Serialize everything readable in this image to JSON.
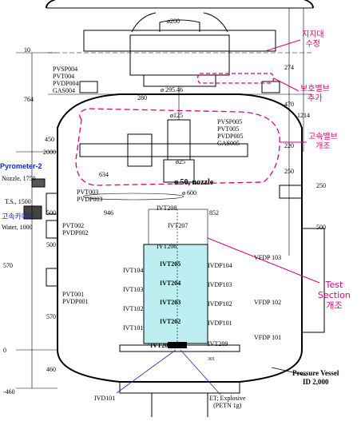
{
  "callouts": {
    "support_fix": [
      "지지대",
      "수정"
    ],
    "protective_valve": [
      "보호밸브",
      "추가"
    ],
    "high_speed_valve": [
      "고속밸브",
      "개조"
    ],
    "test_section": [
      "Test",
      "Section",
      "개조"
    ],
    "high_speed_camera": "고속카메라",
    "pyrometer": "Pyrometer-2"
  },
  "elevations": {
    "e2000": "2000",
    "e1750": "Nozzle, 1750",
    "e1500": "T.S., 1500",
    "e1000": "Water, 1000",
    "e570": "570",
    "e0": "0",
    "em460": "-460"
  },
  "left_dims": [
    "764",
    "450",
    "500",
    "500",
    "570",
    "460",
    "10"
  ],
  "right_dims": [
    "274",
    "470",
    "1214",
    "220",
    "250",
    "250",
    "500"
  ],
  "top_labels": {
    "phi200": "ø200",
    "phi29546": "ø 295.46",
    "phi125": "ø125",
    "phi25": "ø25",
    "d280": "280",
    "d634": "634",
    "phi50": "ø 50, nozzle",
    "phi600": "ø 600",
    "d946": "946",
    "d852": "852"
  },
  "sensor_groups": {
    "left_upper": [
      "PVSP004",
      "PVT004",
      "PVDP004",
      "GAS004"
    ],
    "right_upper": [
      "PVSP005",
      "PVT005",
      "PVDP005",
      "GAS005"
    ],
    "pvt003": [
      "PVT003",
      "PVDP003"
    ],
    "pvt002": [
      "PVT002",
      "PVDP002"
    ],
    "pvt001": [
      "PVT001",
      "PVDP001"
    ]
  },
  "ivt_top": [
    "IVT208",
    "IVT207",
    "IVT206"
  ],
  "ivt_left": [
    "IVT104",
    "IVT103",
    "IVT102",
    "IVT101"
  ],
  "ivt_inner": [
    "IVT205",
    "IVT204",
    "IVT203",
    "IVT202"
  ],
  "ivdp": [
    "IVDP104",
    "IVDP103",
    "IVDP102",
    "IVDP101"
  ],
  "vfdp": [
    "VFDP 103",
    "VFDP 102",
    "VFDP 101"
  ],
  "bottom": {
    "ivt201": "IVT201",
    "ivt209": "IVT209",
    "ivd101": "IVD101",
    "d301": "301",
    "explosive": [
      "ET; Explosive",
      "(PETN 1g)"
    ],
    "vessel": [
      "Pressure Vessel",
      "ID 2,000"
    ]
  },
  "colors": {
    "callout": "#e0007a",
    "test_section_fill": "#bdeef2",
    "pyrometer": "#0a2ad0"
  }
}
